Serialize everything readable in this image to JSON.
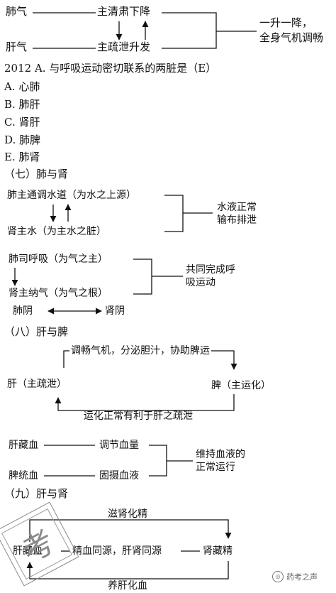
{
  "section_a": {
    "lung_qi": "肺气",
    "liver_qi": "肝气",
    "descend": "主清肃下降",
    "ascend": "主疏泄升发",
    "result_line1": "一升一降，",
    "result_line2": "全身气机调畅"
  },
  "question": {
    "stem": "2012 A. 与呼吸运动密切联系的两脏是（E）",
    "options": [
      "A. 心肺",
      "B. 肺肝",
      "C. 肾肝",
      "D. 肺脾",
      "E. 肺肾"
    ]
  },
  "section_7": {
    "heading": "（七）肺与肾",
    "lung_water": "肺主通调水道（为水之上源）",
    "kidney_water": "肾主水（为主水之脏）",
    "water_result_1": "水液正常",
    "water_result_2": "输布排泄",
    "lung_breath": "肺司呼吸（为气之主）",
    "kidney_breath": "肾主纳气（为气之根）",
    "breath_result_1": "共同完成呼",
    "breath_result_2": "吸运动",
    "lung_yin": "肺阴",
    "kidney_yin": "肾阴"
  },
  "section_8": {
    "heading": "（八）肝与脾",
    "top_label": "调畅气机，分泌胆汁，协助脾运",
    "liver_node": "肝（主疏泄）",
    "spleen_node": "脾（主运化）",
    "bottom_label": "运化正常有利于肝之疏泄",
    "liver_blood": "肝藏血",
    "regulate": "调节血量",
    "spleen_blood": "脾统血",
    "hold_blood": "固摄血液",
    "blood_result_1": "维持血液的",
    "blood_result_2": "正常运行"
  },
  "section_9": {
    "heading": "（九）肝与肾",
    "top_label": "滋肾化精",
    "liver_node": "肝藏血",
    "middle_label": "精血同源，肝肾同源",
    "kidney_node": "肾藏精",
    "bottom_label": "养肝化血"
  },
  "stamp": {
    "glyph": "考"
  },
  "watermark": {
    "text": "药考之声"
  }
}
